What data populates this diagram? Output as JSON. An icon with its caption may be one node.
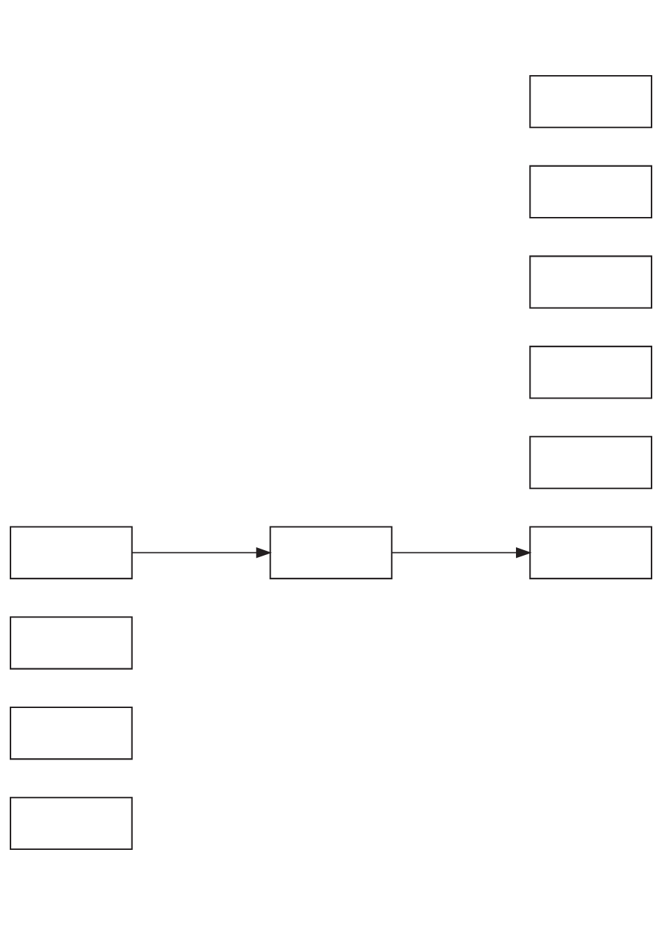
{
  "diagram": {
    "nodes": [
      {
        "text": [],
        "shape": "box"
      },
      {
        "text": [],
        "shape": "box"
      },
      {
        "text": [],
        "shape": "box"
      },
      {
        "text": [],
        "shape": "box"
      },
      {
        "text": [],
        "shape": "box"
      },
      {
        "text": [],
        "shape": "box"
      },
      {
        "text": [],
        "shape": "box"
      },
      {
        "text": [],
        "shape": "box"
      },
      {
        "text": [],
        "shape": "box"
      },
      {
        "text": [],
        "shape": "box"
      },
      {
        "text": [],
        "shape": "box"
      }
    ],
    "edges": [
      {
        "from": 3,
        "to": 4,
        "arrow": "to"
      },
      {
        "from": 4,
        "to": 5,
        "arrow": "to"
      }
    ]
  }
}
